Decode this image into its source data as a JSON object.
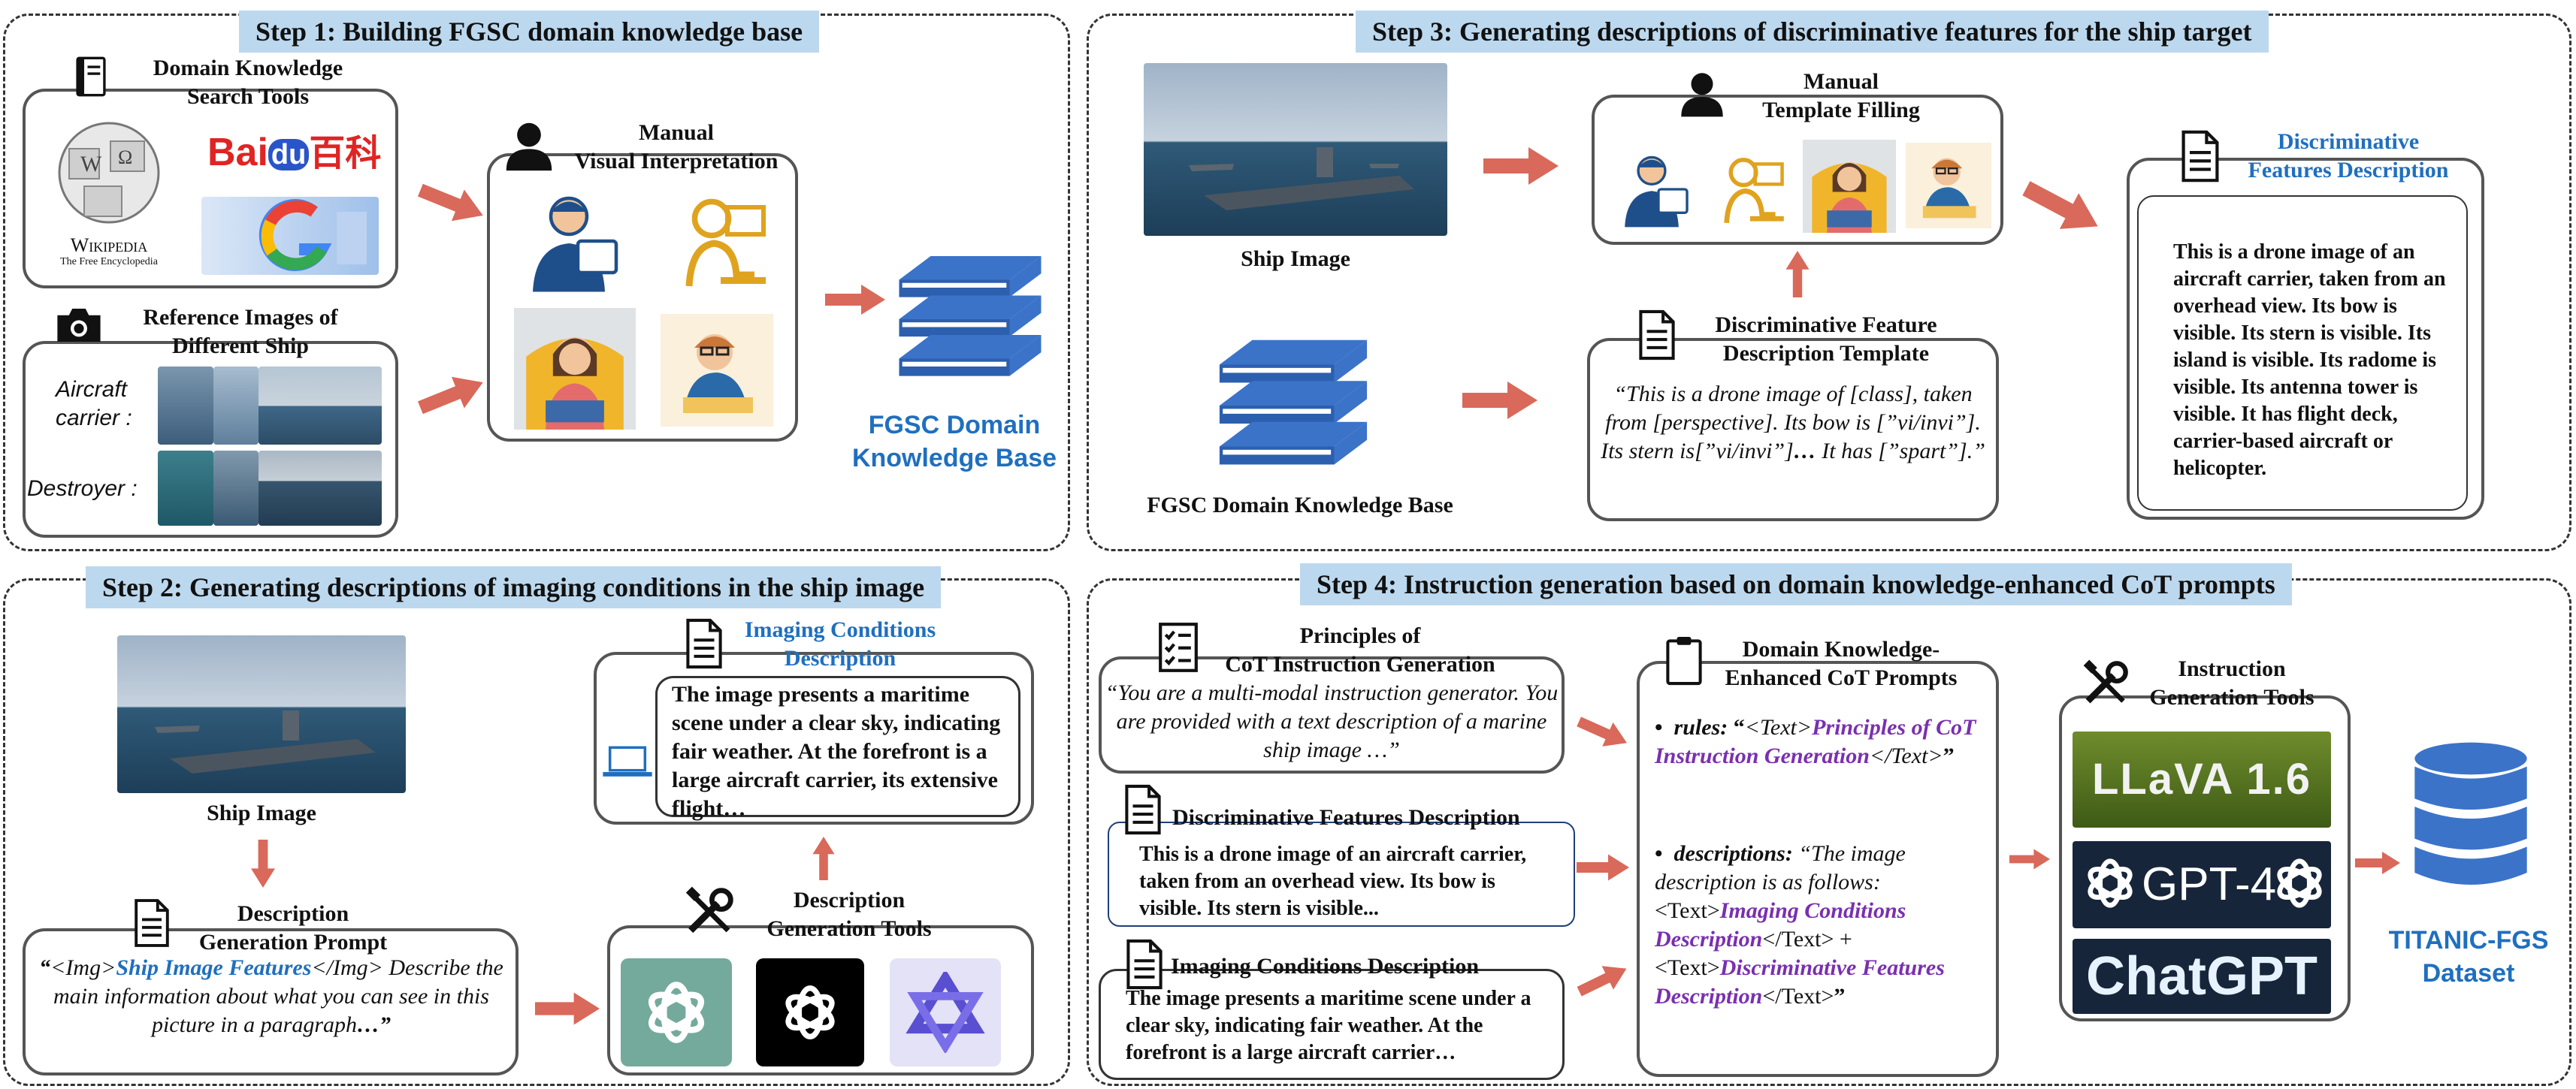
{
  "step1": {
    "title": "Step 1: Building FGSC domain knowledge base",
    "search_tools": {
      "label_line1": "Domain Knowledge",
      "label_line2": "Search Tools"
    },
    "wikipedia": {
      "name": "Wikipedia",
      "tagline": "The Free Encyclopedia"
    },
    "baidu": {
      "bai": "Bai",
      "du": "du",
      "baike": "百科"
    },
    "reference_images": {
      "label_line1": "Reference Images of",
      "label_line2": "Different Ship",
      "class1_line1": "Aircraft",
      "class1_line2": "carrier :",
      "class2": "Destroyer :"
    },
    "manual": {
      "label_line1": "Manual",
      "label_line2": "Visual Interpretation"
    },
    "kb": {
      "label_line1": "FGSC Domain",
      "label_line2": "Knowledge Base"
    }
  },
  "step2": {
    "title": "Step 2: Generating descriptions of imaging conditions in the ship image",
    "ship_image_label": "Ship Image",
    "prompt": {
      "label_line1": "Description",
      "label_line2": "Generation Prompt",
      "q_open": "“",
      "tag_open": "<Img>",
      "feature": "Ship Image Features",
      "tag_close": "</Img>",
      "text": "Describe the main information about what you can see in this picture in a paragraph",
      "ellipsis": "…”"
    },
    "tools": {
      "label_line1": "Description",
      "label_line2": "Generation Tools"
    },
    "imaging": {
      "label_line1": "Imaging Conditions",
      "label_line2": "Description",
      "text": "The image presents a maritime scene under a clear sky, indicating fair weather. At the forefront is a large aircraft carrier, its extensive flight…"
    }
  },
  "step3": {
    "title": "Step 3: Generating descriptions of discriminative features for the ship target",
    "ship_image_label": "Ship Image",
    "kb_label": "FGSC Domain Knowledge Base",
    "manual": {
      "label_line1": "Manual",
      "label_line2": "Template Filling"
    },
    "template": {
      "label_line1": "Discriminative Feature",
      "label_line2": "Description Template",
      "text_a": "“This is a drone image of [class], taken from [perspective]. Its bow is [”vi/invi”]. Its stern is[”vi/invi”]",
      "text_b": "…",
      "text_c": " It has [”spart”].”"
    },
    "features": {
      "label_line1": "Discriminative",
      "label_line2": "Features  Description",
      "text": "This is a drone image of an aircraft carrier, taken from an overhead view. Its bow is visible. Its stern is visible. Its island is visible. Its radome is visible. Its antenna tower is visible. It has flight deck, carrier-based aircraft or helicopter."
    }
  },
  "step4": {
    "title": "Step 4: Instruction generation based on domain knowledge-enhanced CoT prompts",
    "principles": {
      "label_line1": "Principles of",
      "label_line2": "CoT Instruction Generation",
      "text": "“You are a multi-modal instruction generator. You are provided with a text description of a marine ship image …”"
    },
    "disc": {
      "label": "Discriminative Features Description",
      "text": "This is a drone image of an aircraft carrier, taken from an overhead view. Its bow is visible. Its stern is visible..."
    },
    "imaging": {
      "label": "Imaging Conditions Description",
      "text": "The image presents a maritime scene under a clear sky, indicating fair weather. At the forefront is a large aircraft carrier…"
    },
    "cot": {
      "label_line1": "Domain Knowledge-",
      "label_line2": "Enhanced CoT Prompts",
      "rules_key": "rules:",
      "rules_q": " “",
      "rules_t1": "<Text>",
      "rules_p": "Principles of CoT Instruction Generation",
      "rules_t2": "</Text>",
      "rules_end": "”",
      "desc_key": "descriptions:",
      "desc_q": " “The image description is as follows: ",
      "desc_t1": "<Text>",
      "desc_p1": "Imaging Conditions Description",
      "desc_t2": "</Text>",
      "desc_plus": " + ",
      "desc_t3": "<Text>",
      "desc_p2": "Discriminative Features Description",
      "desc_t4": "</Text>",
      "desc_end": "”"
    },
    "tools": {
      "label_line1": "Instruction",
      "label_line2": "Generation Tools",
      "llava": "LLaVA 1.6",
      "gpt4": "GPT-4",
      "chatgpt": "ChatGPT"
    },
    "dataset": {
      "label_line1": "TITANIC-FGS",
      "label_line2": "Dataset"
    }
  },
  "colors": {
    "arrow": "#d9695a",
    "accent_blue": "#1f6fbf",
    "purple": "#7a2fb0",
    "title_bg": "#bcd8ee",
    "stack_blue": "#3b73c9"
  }
}
